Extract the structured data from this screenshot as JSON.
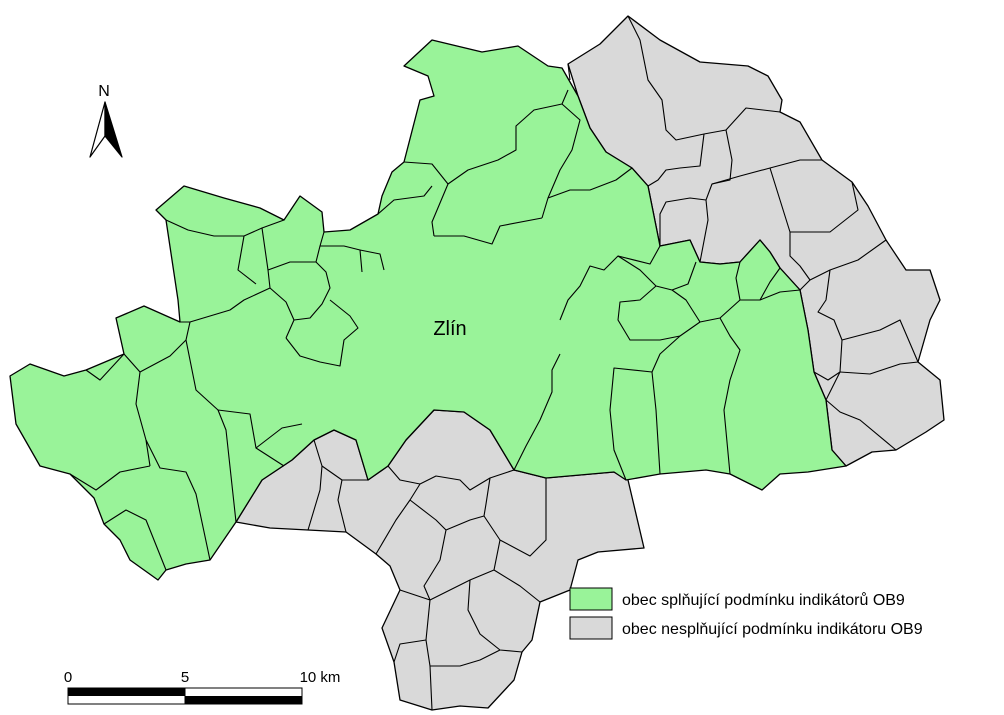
{
  "map": {
    "city_label": "Zlín",
    "north_label": "N",
    "colors": {
      "meets": "#99f399",
      "not_meets": "#d9d9d9",
      "outline": "#000000"
    }
  },
  "legend": {
    "items": [
      {
        "key": "meets",
        "label": "obec splňující podmínku indikátorů OB9"
      },
      {
        "key": "not_meets",
        "label": "obec nesplňující podmínku indikátoru OB9"
      }
    ]
  },
  "scale_bar": {
    "ticks": [
      "0",
      "5",
      "10 km"
    ]
  }
}
